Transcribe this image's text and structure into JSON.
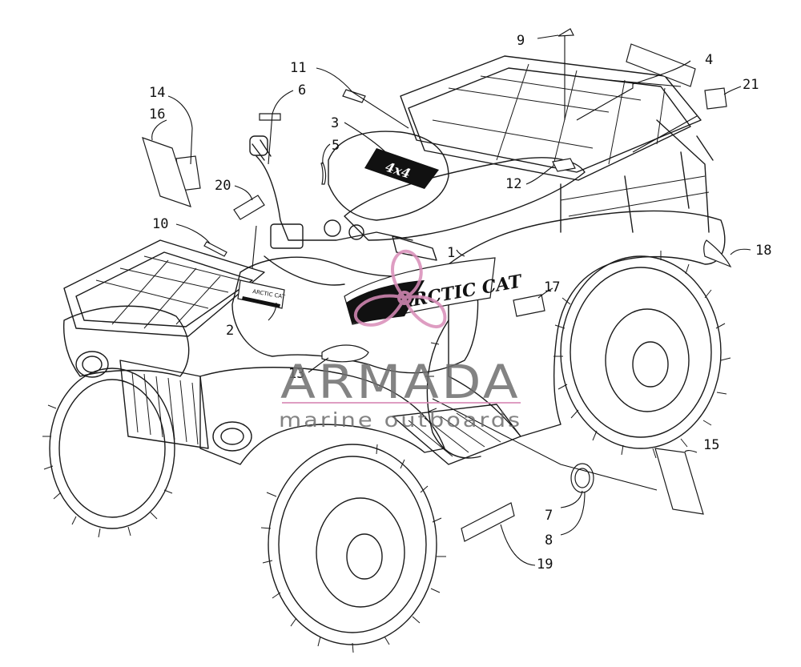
{
  "diagram": {
    "callouts": [
      {
        "id": "c1",
        "label": "1"
      },
      {
        "id": "c2",
        "label": "2"
      },
      {
        "id": "c3",
        "label": "3"
      },
      {
        "id": "c4",
        "label": "4"
      },
      {
        "id": "c5",
        "label": "5"
      },
      {
        "id": "c6",
        "label": "6"
      },
      {
        "id": "c7",
        "label": "7"
      },
      {
        "id": "c8",
        "label": "8"
      },
      {
        "id": "c9",
        "label": "9"
      },
      {
        "id": "c10",
        "label": "10"
      },
      {
        "id": "c11",
        "label": "11"
      },
      {
        "id": "c12",
        "label": "12"
      },
      {
        "id": "c13",
        "label": "13"
      },
      {
        "id": "c14",
        "label": "14"
      },
      {
        "id": "c15",
        "label": "15"
      },
      {
        "id": "c16",
        "label": "16"
      },
      {
        "id": "c17",
        "label": "17"
      },
      {
        "id": "c18",
        "label": "18"
      },
      {
        "id": "c19",
        "label": "19"
      },
      {
        "id": "c20",
        "label": "20"
      },
      {
        "id": "c21",
        "label": "21"
      }
    ],
    "decal_text": {
      "side_logo": "ARCTIC CAT",
      "hood_logo": "4x4",
      "tank_label": "ARCTIC CAT"
    }
  },
  "watermark": {
    "title": "ARMADA",
    "subtitle": "marine outboards",
    "accent_color": "#d98cb8"
  }
}
